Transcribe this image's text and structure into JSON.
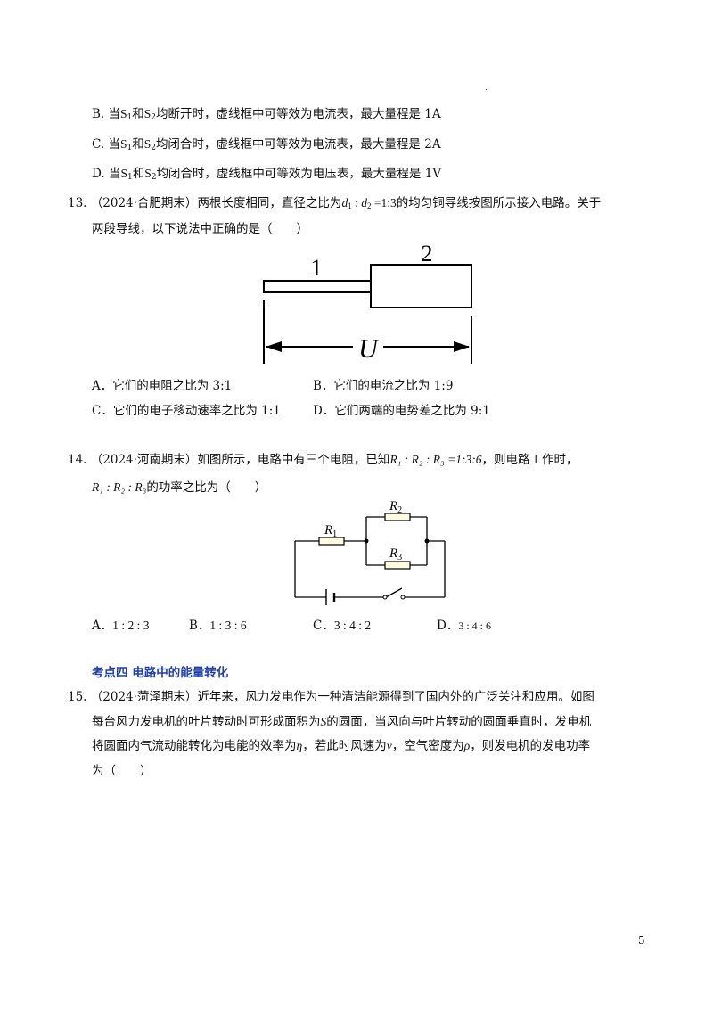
{
  "top_mark": ".",
  "q12_options": {
    "B": {
      "label": "B.",
      "pre": "当",
      "s1": "S",
      "s1_sub": "1",
      "mid": "和",
      "s2": "S",
      "s2_sub": "2",
      "post": "均断开时，虚线框中可等效为电流表，最大量程是 1A"
    },
    "C": {
      "label": "C.",
      "pre": "当",
      "s1": "S",
      "s1_sub": "1",
      "mid": "和",
      "s2": "S",
      "s2_sub": "2",
      "post": "均闭合时，虚线框中可等效为电流表，最大量程是 2A"
    },
    "D": {
      "label": "D.",
      "pre": "当",
      "s1": "S",
      "s1_sub": "1",
      "mid": "和",
      "s2": "S",
      "s2_sub": "2",
      "post": "均闭合时，虚线框中可等效为电压表，最大量程是 1V"
    }
  },
  "q13": {
    "number": "13.",
    "source": "（2024·合肥期末）",
    "line1_pre": "两根长度相同，直径之比为",
    "ratio": {
      "d": "d",
      "sub1": "1",
      "colon": " : ",
      "sub2": "2",
      "eq": " =1:3"
    },
    "line1_post": "的均匀铜导线按图所示接入电路。关于",
    "line2": "两段导线，以下说法中正确的是（　　）",
    "figure": {
      "label1": "1",
      "label2": "2",
      "label_u": "U"
    },
    "options": {
      "A": "A．它们的电阻之比为 3:1",
      "B": "B．它们的电流之比为 1:9",
      "C": "C．它们的电子移动速率之比为 1:1",
      "D": "D．它们两端的电势差之比为 9:1"
    }
  },
  "q14": {
    "number": "14.",
    "source": "（2024·河南期末）",
    "line1_pre": "如图所示，电路中有三个电阻，已知",
    "ratio1": "R₁ : R₂ : R₃ =1:3:6",
    "line1_post": "，则电路工作时，",
    "ratio2": "R₁ : R₂ : R₃",
    "line2_post": "的功率之比为（　　）",
    "figure": {
      "r1": "R",
      "r1_sub": "1",
      "r2": "R",
      "r2_sub": "2",
      "r3": "R",
      "r3_sub": "3"
    },
    "options": {
      "A_label": "A．",
      "A_val": "1 : 2 : 3",
      "B_label": "B．",
      "B_val": "1 : 3 : 6",
      "C_label": "C．",
      "C_val": "3 : 4 : 2",
      "D_label": "D．",
      "D_val": "3 : 4 : 6"
    }
  },
  "section4": "考点四  电路中的能量转化",
  "q15": {
    "number": "15.",
    "source": "（2024·菏泽期末）",
    "line1_post": "近年来，风力发电作为一种清洁能源得到了国内外的广泛关注和应用。如图",
    "line2_pre": "每台风力发电机的叶片转动时可形成面积为",
    "S": "S",
    "line2_post": "的圆面，当风向与叶片转动的圆面垂直时，发电机",
    "line3_pre": "将圆面内气流动能转化为电能的效率为",
    "eta": "η",
    "line3_mid": "，若此时风速为",
    "v": "v",
    "line3_mid2": "，空气密度为",
    "rho": "ρ",
    "line3_post": "，则发电机的发电功率",
    "line4": "为（　　）"
  },
  "page_number": "5"
}
